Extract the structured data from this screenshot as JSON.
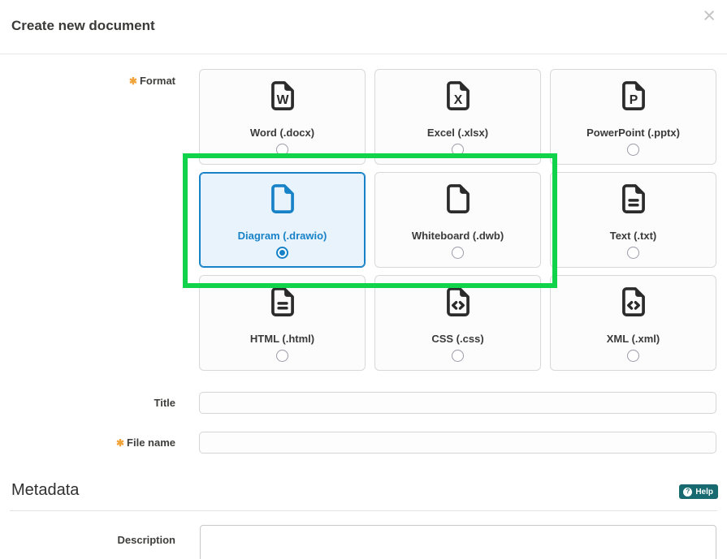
{
  "dialog": {
    "title": "Create new document",
    "close_glyph": "×"
  },
  "form": {
    "required_marker": "✱",
    "format": {
      "label": "Format",
      "required": true,
      "options": [
        {
          "label": "Word (.docx)",
          "icon": "file-word-icon",
          "glyph": "W",
          "selected": false
        },
        {
          "label": "Excel (.xlsx)",
          "icon": "file-excel-icon",
          "glyph": "X",
          "selected": false
        },
        {
          "label": "PowerPoint (.pptx)",
          "icon": "file-powerpoint-icon",
          "glyph": "P",
          "selected": false
        },
        {
          "label": "Diagram (.drawio)",
          "icon": "file-blank-icon",
          "glyph": "blank",
          "selected": true
        },
        {
          "label": "Whiteboard (.dwb)",
          "icon": "file-blank-icon",
          "glyph": "blank",
          "selected": false
        },
        {
          "label": "Text (.txt)",
          "icon": "file-text-icon",
          "glyph": "lines",
          "selected": false
        },
        {
          "label": "HTML (.html)",
          "icon": "file-text-icon",
          "glyph": "lines",
          "selected": false
        },
        {
          "label": "CSS (.css)",
          "icon": "file-code-icon",
          "glyph": "code",
          "selected": false
        },
        {
          "label": "XML (.xml)",
          "icon": "file-code-icon",
          "glyph": "code",
          "selected": false
        }
      ]
    },
    "title_field": {
      "label": "Title",
      "value": "",
      "required": false
    },
    "file_name_field": {
      "label": "File name",
      "value": "",
      "required": true
    }
  },
  "metadata": {
    "heading": "Metadata",
    "help_button": {
      "icon": "question-circle-icon",
      "glyph": "?",
      "label": "Help"
    },
    "description_field": {
      "label": "Description",
      "value": ""
    }
  },
  "colors": {
    "accent_blue": "#1782c8",
    "selected_tile_bg": "#e9f3fb",
    "highlight_green": "#11d34b",
    "help_teal": "#176b70",
    "required_orange": "#f0a43c",
    "icon_dark": "#2b2b2b"
  }
}
